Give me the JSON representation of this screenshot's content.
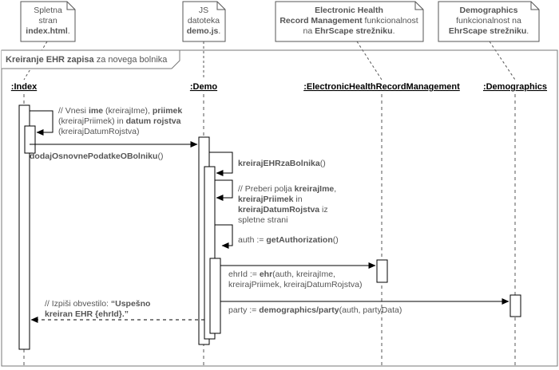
{
  "notes": [
    {
      "lines": [
        [
          {
            "t": "Spletna"
          }
        ],
        [
          {
            "t": "stran"
          }
        ],
        [
          {
            "t": "index.html",
            "b": true
          },
          {
            "t": "."
          }
        ]
      ]
    },
    {
      "lines": [
        [
          {
            "t": "JS"
          }
        ],
        [
          {
            "t": "datoteka"
          }
        ],
        [
          {
            "t": "demo.js",
            "b": true
          },
          {
            "t": "."
          }
        ]
      ]
    },
    {
      "lines": [
        [
          {
            "t": "Electronic Health",
            "b": true
          }
        ],
        [
          {
            "t": "Record Management",
            "b": true
          },
          {
            "t": " funkcionalnost"
          }
        ],
        [
          {
            "t": "na "
          },
          {
            "t": "EhrScape strežniku",
            "b": true
          },
          {
            "t": "."
          }
        ]
      ]
    },
    {
      "lines": [
        [
          {
            "t": "Demographics",
            "b": true
          }
        ],
        [
          {
            "t": "funkcionalnost na"
          }
        ],
        [
          {
            "t": "EhrScape strežniku",
            "b": true
          },
          {
            "t": "."
          }
        ]
      ]
    }
  ],
  "frame": {
    "title": [
      {
        "t": "Kreiranje EHR zapisa",
        "b": true
      },
      {
        "t": " za novega bolnika"
      }
    ]
  },
  "lifelines": [
    {
      "label": ":Index"
    },
    {
      "label": ":Demo"
    },
    {
      "label": ":ElectronicHealthRecordManagement"
    },
    {
      "label": ":Demographics"
    }
  ],
  "messages": [
    {
      "lines": [
        [
          {
            "t": "// Vnesi "
          },
          {
            "t": "ime",
            "b": true
          },
          {
            "t": " (kreirajIme), "
          },
          {
            "t": "priimek",
            "b": true
          }
        ],
        [
          {
            "t": "(kreirajPriimek) in "
          },
          {
            "t": "datum rojstva",
            "b": true
          }
        ],
        [
          {
            "t": "(kreirajDatumRojstva)"
          }
        ]
      ]
    },
    {
      "lines": [
        [
          {
            "t": "dodajOsnovnePodatkeOBolniku",
            "b": true
          },
          {
            "t": "()"
          }
        ]
      ]
    },
    {
      "lines": [
        [
          {
            "t": "kreirajEHRzaBolnika",
            "b": true
          },
          {
            "t": "()"
          }
        ]
      ]
    },
    {
      "lines": [
        [
          {
            "t": "// Preberi polja "
          },
          {
            "t": "kreirajIme",
            "b": true
          },
          {
            "t": ","
          }
        ],
        [
          {
            "t": "kreirajPriimek",
            "b": true
          },
          {
            "t": " in"
          }
        ],
        [
          {
            "t": "kreirajDatumRojstva",
            "b": true
          },
          {
            "t": " iz"
          }
        ],
        [
          {
            "t": "spletne strani"
          }
        ]
      ]
    },
    {
      "lines": [
        [
          {
            "t": "auth := "
          },
          {
            "t": "getAuthorization",
            "b": true
          },
          {
            "t": "()"
          }
        ]
      ]
    },
    {
      "lines": [
        [
          {
            "t": "ehrId := "
          },
          {
            "t": "ehr",
            "b": true
          },
          {
            "t": "(auth, kreirajIme,"
          }
        ],
        [
          {
            "t": "kreirajPriimek, kreirajDatumRojstva)"
          }
        ]
      ]
    },
    {
      "lines": [
        [
          {
            "t": "party := "
          },
          {
            "t": "demographics/party",
            "b": true
          },
          {
            "t": "(auth, partyData)"
          }
        ]
      ]
    },
    {
      "lines": [
        [
          {
            "t": "// Izpiši obvestilo: "
          },
          {
            "t": "“Uspešno",
            "b": true
          }
        ],
        [
          {
            "t": "kreiran EHR {ehrId}.”",
            "b": true
          }
        ]
      ]
    }
  ]
}
